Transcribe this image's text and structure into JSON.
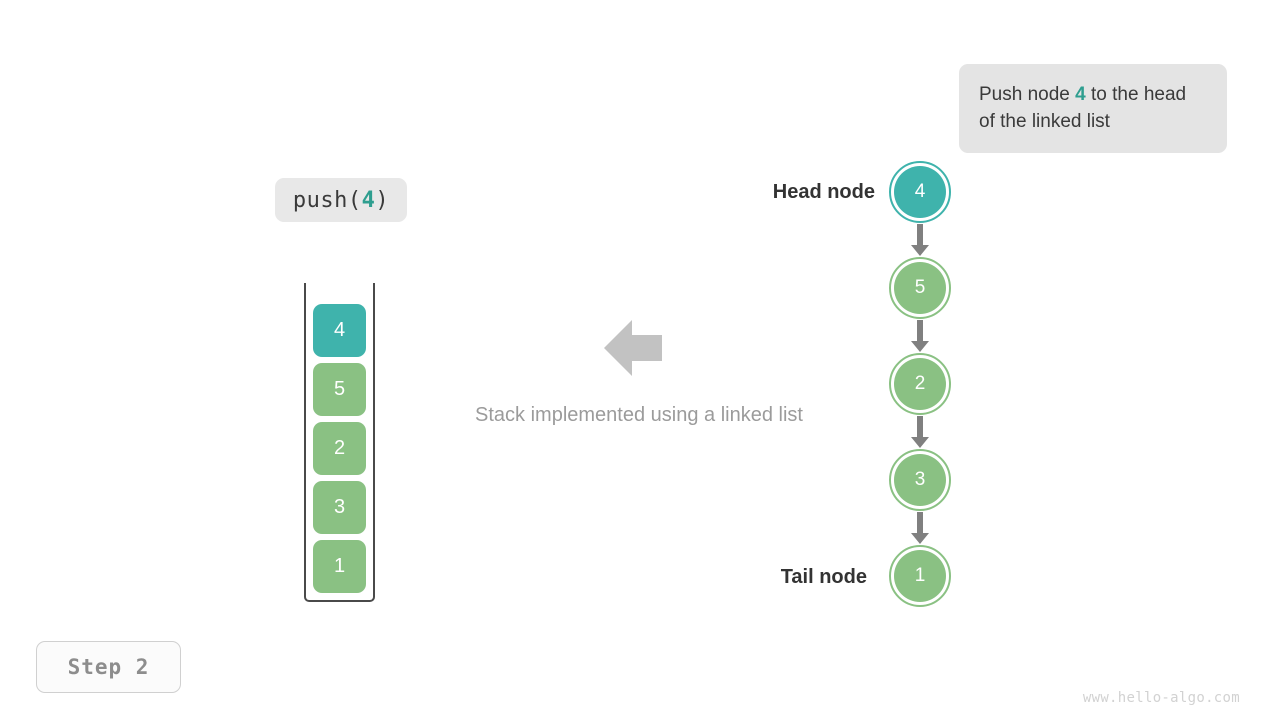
{
  "colors": {
    "accent_teal": "#3fb3ac",
    "node_green": "#8ac183",
    "arrow_gray": "#808080",
    "block_arrow_gray": "#c2c2c2",
    "callout_bg": "#e4e4e4",
    "chip_bg": "#e8e8e8",
    "stack_border": "#4a4a4a",
    "text_dark": "#333333",
    "text_muted": "#9b9b9b",
    "watermark": "#d2d2d2"
  },
  "callout": {
    "text_before": "Push node ",
    "highlight": "4",
    "text_after": " to the head of the linked list",
    "full_text": "Push node 4 to the head of the linked list"
  },
  "operation_chip": {
    "prefix": "push(",
    "value": "4",
    "suffix": ")",
    "full_text": "push(4)"
  },
  "stack": {
    "caption": "Stack implemented using a linked list",
    "cells": [
      {
        "value": "4",
        "color": "#3fb3ac",
        "highlighted": true
      },
      {
        "value": "5",
        "color": "#8ac183",
        "highlighted": false
      },
      {
        "value": "2",
        "color": "#8ac183",
        "highlighted": false
      },
      {
        "value": "3",
        "color": "#8ac183",
        "highlighted": false
      },
      {
        "value": "1",
        "color": "#8ac183",
        "highlighted": false
      }
    ]
  },
  "linked_list": {
    "head_label": "Head node",
    "tail_label": "Tail node",
    "nodes": [
      {
        "value": "4",
        "color": "#3fb3ac",
        "highlighted": true
      },
      {
        "value": "5",
        "color": "#8ac183",
        "highlighted": false
      },
      {
        "value": "2",
        "color": "#8ac183",
        "highlighted": false
      },
      {
        "value": "3",
        "color": "#8ac183",
        "highlighted": false
      },
      {
        "value": "1",
        "color": "#8ac183",
        "highlighted": false
      }
    ]
  },
  "step_badge": {
    "label": "Step 2"
  },
  "watermark": {
    "text": "www.hello-algo.com"
  }
}
